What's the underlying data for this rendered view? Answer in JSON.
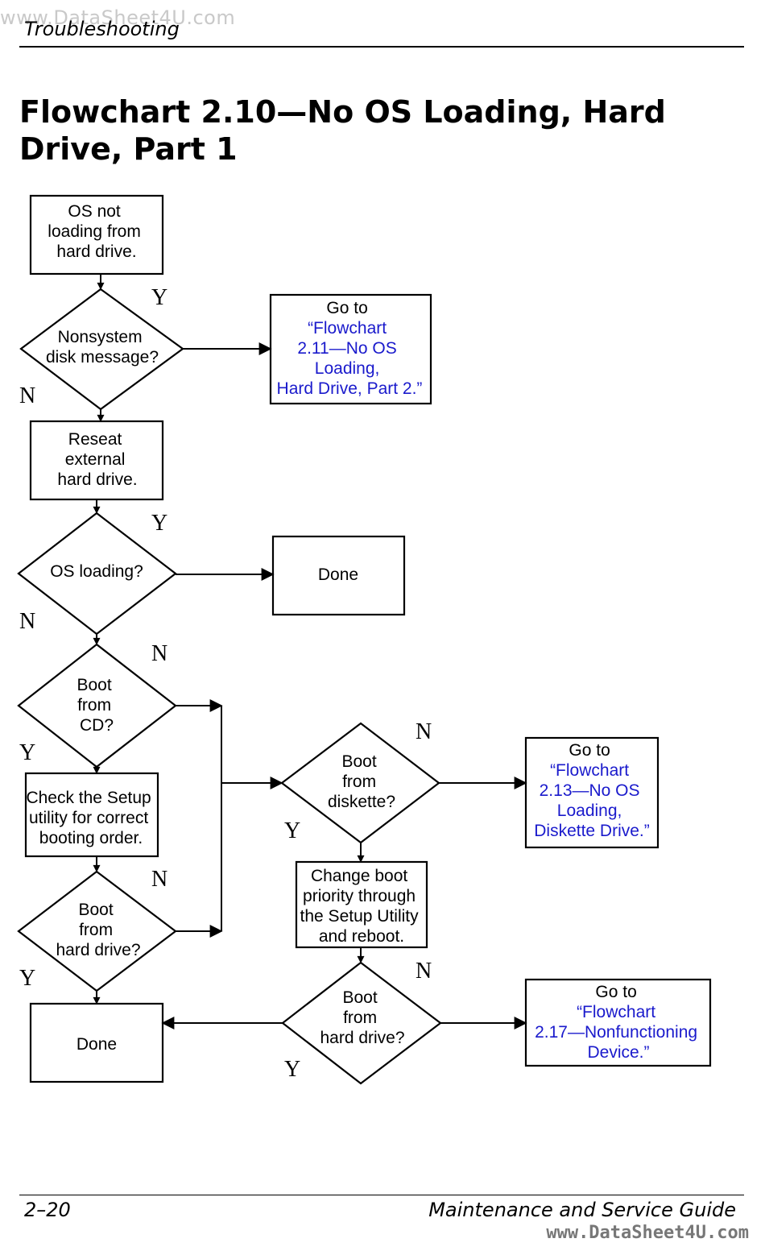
{
  "header": {
    "watermark": "www.DataSheet4U.com",
    "section": "Troubleshooting"
  },
  "title": "Flowchart 2.10—No OS Loading, Hard Drive, Part 1",
  "flowchart": {
    "nodes": {
      "start": [
        "OS not",
        "loading from",
        "hard drive."
      ],
      "nonsystem": [
        "Nonsystem",
        "disk message?"
      ],
      "goto_211": [
        "Go to",
        "“Flowchart",
        "2.11—No OS",
        "Loading,",
        "Hard Drive, Part 2.”"
      ],
      "reseat": [
        "Reseat",
        "external",
        "hard drive."
      ],
      "os_loading": [
        "OS loading?"
      ],
      "done1": [
        "Done"
      ],
      "boot_cd": [
        "Boot",
        "from",
        "CD?"
      ],
      "check_setup": [
        "Check the Setup",
        "utility for correct",
        "booting order."
      ],
      "boot_diskette": [
        "Boot",
        "from",
        "diskette?"
      ],
      "goto_213": [
        "Go to",
        "“Flowchart",
        "2.13—No OS",
        "Loading,",
        "Diskette Drive.”"
      ],
      "boot_hd1": [
        "Boot",
        "from",
        "hard drive?"
      ],
      "change_boot": [
        "Change boot",
        "priority through",
        "the Setup Utility",
        "and reboot."
      ],
      "done2": [
        "Done"
      ],
      "boot_hd2": [
        "Boot",
        "from",
        "hard drive?"
      ],
      "goto_217": [
        "Go to",
        "“Flowchart",
        "2.17—Nonfunctioning",
        "Device.”"
      ]
    },
    "labels": {
      "y": "Y",
      "n": "N"
    }
  },
  "footer": {
    "page": "2–20",
    "guide": "Maintenance and Service Guide",
    "watermark": "www.DataSheet4U.com"
  }
}
